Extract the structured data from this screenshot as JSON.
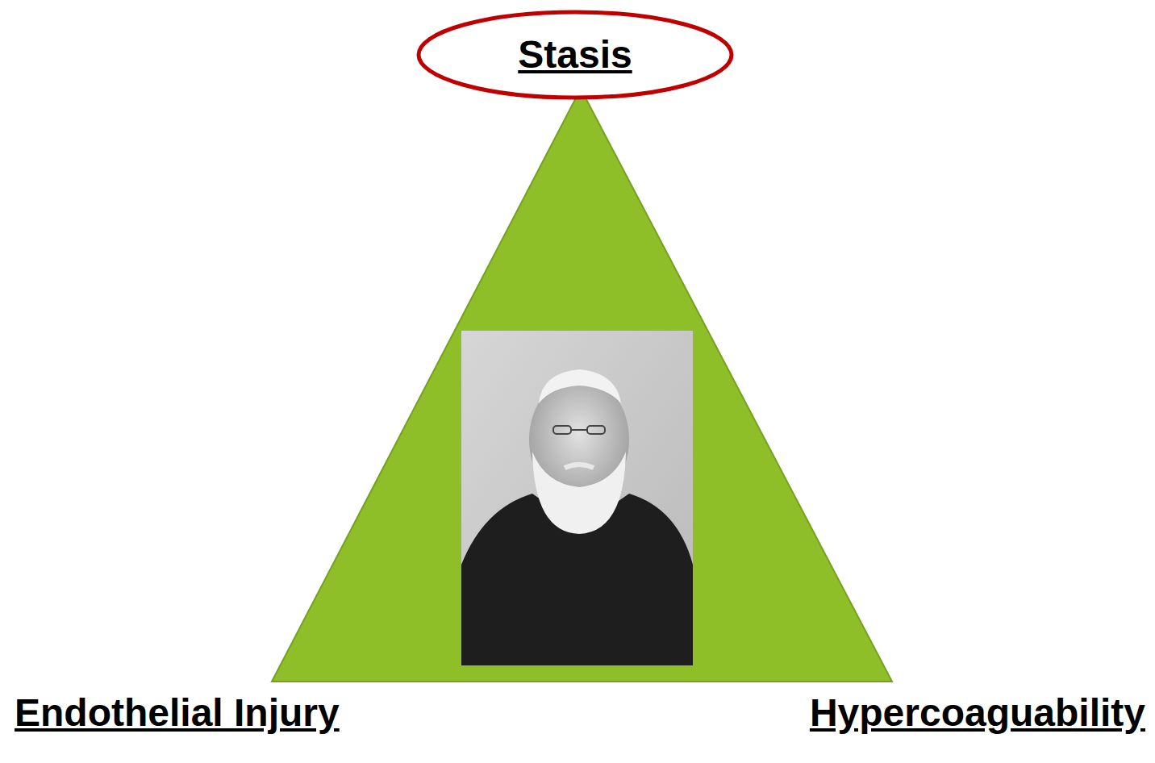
{
  "diagram": {
    "nodes": [
      {
        "text": [
          "Stasis"
        ]
      }
    ],
    "labels": [
      "Endothelial Injury",
      "Hypercoaguability"
    ]
  }
}
